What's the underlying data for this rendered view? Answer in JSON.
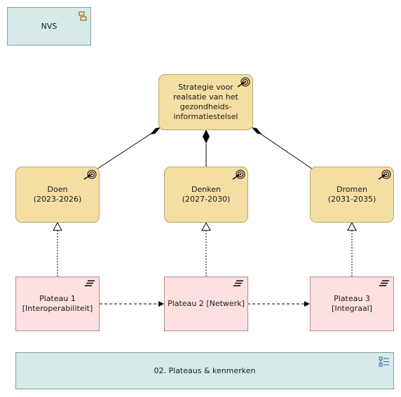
{
  "colors": {
    "outcome_fill": "#f5dea3",
    "plateau_fill": "#fde0e0",
    "grouping_fill": "#d6eaea",
    "line": "#000000"
  },
  "nodes": {
    "nvs": {
      "label": "NVS",
      "icon": "component-icon"
    },
    "strategy": {
      "label": "Strategie voor\nrealsatie van het\ngezondheids-\ninformatiestelsel",
      "icon": "outcome-target-icon"
    },
    "doen": {
      "label": "Doen\n(2023-2026)",
      "icon": "outcome-target-icon"
    },
    "denken": {
      "label": "Denken\n(2027-2030)",
      "icon": "outcome-target-icon"
    },
    "dromen": {
      "label": "Dromen\n(2031-2035)",
      "icon": "outcome-target-icon"
    },
    "plateau1": {
      "label": "Plateau 1\n[Interoperabiliteit]",
      "icon": "plateau-icon"
    },
    "plateau2": {
      "label": "Plateau 2 [Netwerk]",
      "icon": "plateau-icon"
    },
    "plateau3": {
      "label": "Plateau 3\n[Integraal]",
      "icon": "plateau-icon"
    },
    "footer": {
      "label": "02. Plateaus & kenmerken",
      "icon": "view-icon"
    }
  },
  "relations": [
    {
      "type": "composition",
      "from": "strategy",
      "to": "doen"
    },
    {
      "type": "composition",
      "from": "strategy",
      "to": "denken"
    },
    {
      "type": "composition",
      "from": "strategy",
      "to": "dromen"
    },
    {
      "type": "realization",
      "from": "plateau1",
      "to": "doen"
    },
    {
      "type": "realization",
      "from": "plateau2",
      "to": "denken"
    },
    {
      "type": "realization",
      "from": "plateau3",
      "to": "dromen"
    },
    {
      "type": "triggering",
      "from": "plateau1",
      "to": "plateau2"
    },
    {
      "type": "triggering",
      "from": "plateau2",
      "to": "plateau3"
    }
  ]
}
